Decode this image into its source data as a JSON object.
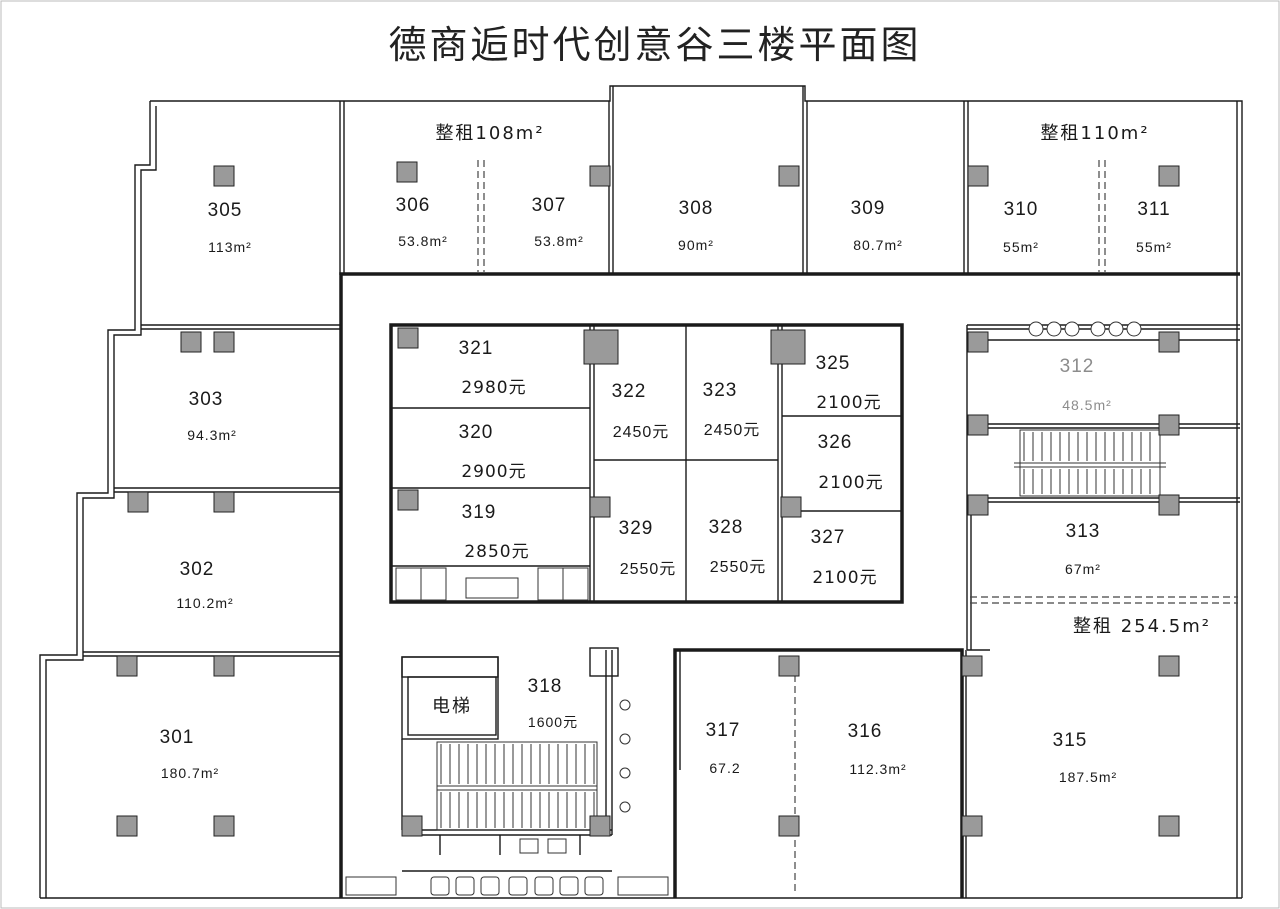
{
  "title": "德商逅时代创意谷三楼平面图",
  "units": [
    {
      "id": "301",
      "area": "180.7m²"
    },
    {
      "id": "302",
      "area": "110.2m²"
    },
    {
      "id": "303",
      "area": "94.3m²"
    },
    {
      "id": "305",
      "area": "113m²"
    },
    {
      "id": "306",
      "area": "53.8m²"
    },
    {
      "id": "307",
      "area": "53.8m²"
    },
    {
      "id": "308",
      "area": "90m²"
    },
    {
      "id": "309",
      "area": "80.7m²"
    },
    {
      "id": "310",
      "area": "55m²"
    },
    {
      "id": "311",
      "area": "55m²"
    },
    {
      "id": "312",
      "area": "48.5m²"
    },
    {
      "id": "313",
      "area": "67m²"
    },
    {
      "id": "315",
      "area": "187.5m²"
    },
    {
      "id": "316",
      "area": "112.3m²"
    },
    {
      "id": "317",
      "area": "67.2"
    },
    {
      "id": "318",
      "price": "1600元"
    },
    {
      "id": "319",
      "price": "2850元"
    },
    {
      "id": "320",
      "price": "2900元"
    },
    {
      "id": "321",
      "price": "2980元"
    },
    {
      "id": "322",
      "price": "2450元"
    },
    {
      "id": "323",
      "price": "2450元"
    },
    {
      "id": "325",
      "price": "2100元"
    },
    {
      "id": "326",
      "price": "2100元"
    },
    {
      "id": "327",
      "price": "2100元"
    },
    {
      "id": "328",
      "price": "2550元"
    },
    {
      "id": "329",
      "price": "2550元"
    }
  ],
  "whole_lease": [
    "整租108m²",
    "整租110m²",
    "整租 254.5m²"
  ],
  "elevator_label": "电梯"
}
